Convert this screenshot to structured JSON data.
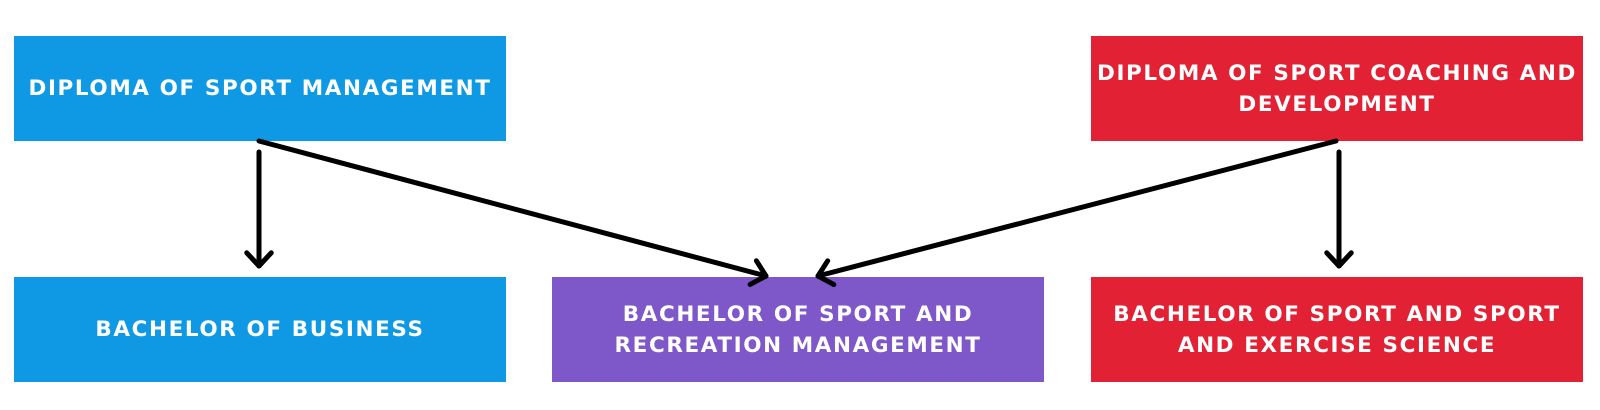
{
  "colors": {
    "blue": "#0F99E4",
    "red": "#E22234",
    "purple": "#7E57C8",
    "arrow": "#000000",
    "text": "#FFFFFF"
  },
  "nodes": {
    "diploma_sport_management": {
      "label": "DIPLOMA OF SPORT MANAGEMENT",
      "color": "blue"
    },
    "diploma_sport_coaching": {
      "label": "DIPLOMA OF SPORT COACHING AND DEVELOPMENT",
      "color": "red"
    },
    "bachelor_business": {
      "label": "BACHELOR OF BUSINESS",
      "color": "blue"
    },
    "bachelor_sport_recreation": {
      "label": "BACHELOR OF SPORT AND RECREATION MANAGEMENT",
      "color": "purple"
    },
    "bachelor_sport_exercise": {
      "label": "BACHELOR OF SPORT AND SPORT AND EXERCISE SCIENCE",
      "color": "red"
    }
  },
  "edges": [
    {
      "from": "diploma_sport_management",
      "to": "bachelor_business"
    },
    {
      "from": "diploma_sport_management",
      "to": "bachelor_sport_recreation"
    },
    {
      "from": "diploma_sport_coaching",
      "to": "bachelor_sport_recreation"
    },
    {
      "from": "diploma_sport_coaching",
      "to": "bachelor_sport_exercise"
    }
  ]
}
